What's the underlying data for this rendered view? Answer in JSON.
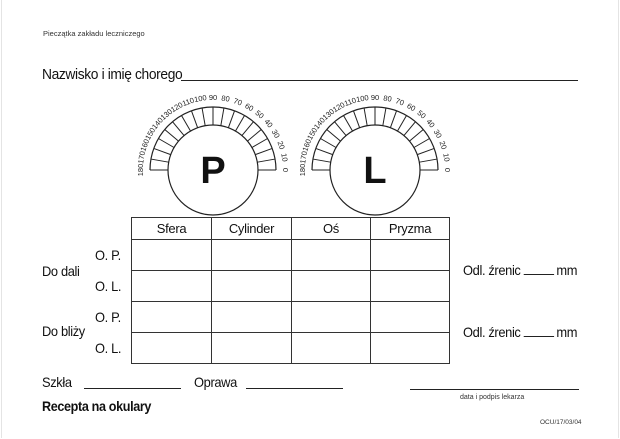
{
  "form": {
    "stamp_label": "Pieczątka zakładu leczniczego",
    "name_label": "Nazwisko i imię chorego",
    "title": "Recepta na okulary",
    "doctor_signature_label": "data i podpis lekarza",
    "form_code": "OCU/17/03/04"
  },
  "dials": {
    "right_eye_letter": "P",
    "left_eye_letter": "L",
    "labels_left_to_right": [
      "180",
      "170",
      "160",
      "150",
      "140",
      "130",
      "120",
      "110",
      "100",
      "90",
      "80",
      "70",
      "60",
      "50",
      "40",
      "30",
      "20",
      "10",
      "0"
    ]
  },
  "table": {
    "headers": [
      "Sfera",
      "Cylinder",
      "Oś",
      "Pryzma"
    ],
    "groups": [
      {
        "label": "Do dali",
        "rows": [
          "O. P.",
          "O. L."
        ]
      },
      {
        "label": "Do bliży",
        "rows": [
          "O. P.",
          "O. L."
        ]
      }
    ]
  },
  "pupil_distance": {
    "distance_label": "Odl. źrenic",
    "distance_unit": "mm",
    "near_label": "Odl. źrenic",
    "near_unit": "mm"
  },
  "footer": {
    "lenses_label": "Szkła",
    "frame_label": "Oprawa"
  }
}
